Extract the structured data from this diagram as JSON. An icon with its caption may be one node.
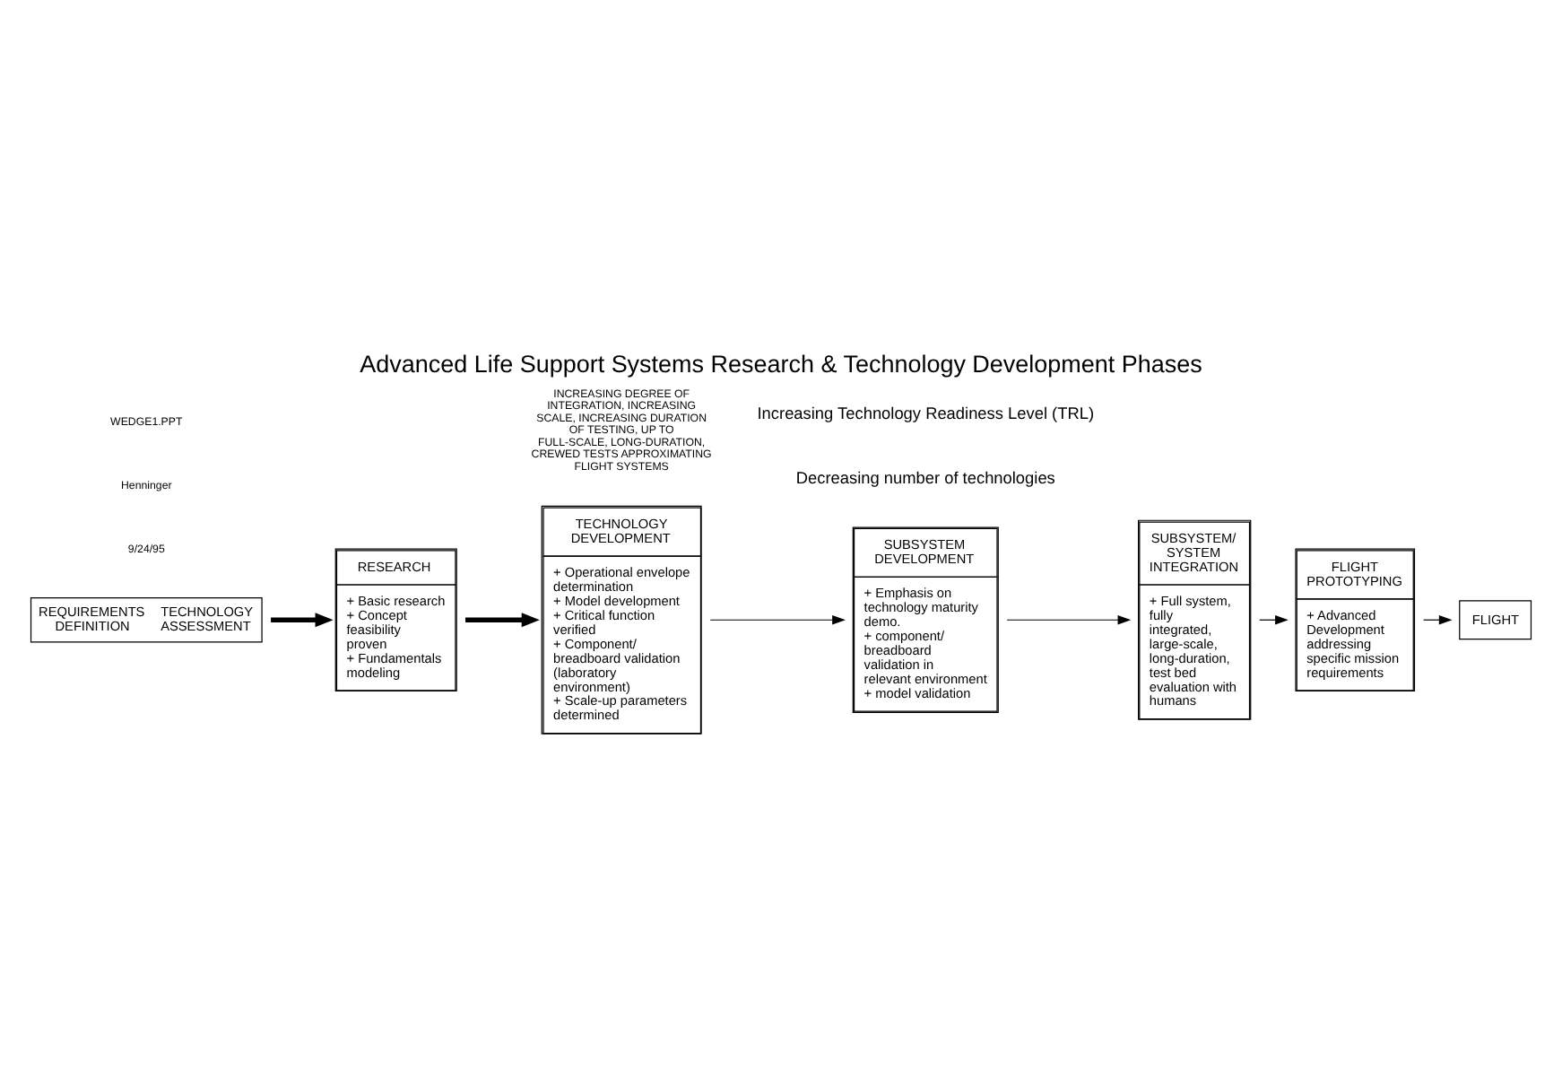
{
  "diagram": {
    "title": "Advanced Life Support Systems Research & Technology Development Phases",
    "nodes": [
      {
        "text": [
          "REQUIREMENTS DEFINITION",
          "TECHNOLOGY ASSESSMENT"
        ]
      },
      {
        "text": [
          "RESEARCH",
          "+ Basic research",
          "+ Concept feasibility proven",
          "+ Fundamentals modeling"
        ]
      },
      {
        "text": [
          "TECHNOLOGY DEVELOPMENT",
          "+ Operational envelope determination",
          "+ Model development",
          "+ Critical function verified",
          "+ Component/ breadboard validation (laboratory environment)",
          "+ Scale-up parameters determined"
        ]
      },
      {
        "text": [
          "SUBSYSTEM DEVELOPMENT",
          "+ Emphasis on technology maturity demo.",
          "+ component/ breadboard validation in relevant environment",
          "+ model validation"
        ]
      },
      {
        "text": [
          "SUBSYSTEM/ SYSTEM INTEGRATION",
          "+ Full system, fully integrated, large-scale, long-duration, test bed evaluation with humans"
        ]
      },
      {
        "text": [
          "FLIGHT PROTOTYPING",
          "+ Advanced Development addressing specific mission requirements"
        ]
      },
      {
        "text": [
          "FLIGHT"
        ]
      }
    ],
    "edges": [
      {
        "from": 0,
        "to": 1,
        "arrow": "to",
        "style": "thick"
      },
      {
        "from": 1,
        "to": 2,
        "arrow": "to",
        "style": "thick"
      },
      {
        "from": 2,
        "to": 3,
        "arrow": "to"
      },
      {
        "from": 3,
        "to": 4,
        "arrow": "to"
      },
      {
        "from": 4,
        "to": 5,
        "arrow": "to"
      },
      {
        "from": 5,
        "to": 6,
        "arrow": "to"
      }
    ],
    "labels": [
      "Decreasing number of technologies",
      "Increasing Technology Readiness Level (TRL)",
      "9/24/95",
      "Henninger",
      "WEDGE1.PPT",
      "INCREASING DEGREE OF INTEGRATION, INCREASING SCALE, INCREASING DURATION OF TESTING, UP TO FULL-SCALE, LONG-DURATION, CREWED TESTS APPROXIMATING FLIGHT SYSTEMS"
    ]
  }
}
